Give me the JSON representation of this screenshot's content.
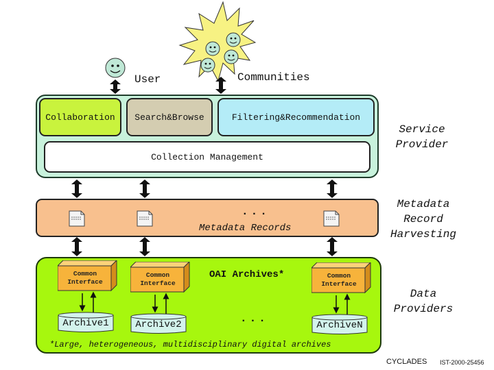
{
  "actors": {
    "user_label": "User",
    "communities_label": "Communities"
  },
  "service_provider": {
    "services": [
      {
        "label": "Collaboration",
        "color": "#c9f33d"
      },
      {
        "label": "Search&Browse",
        "color": "#d4cdb1"
      },
      {
        "label": "Filtering&Recommendation",
        "color": "#b4ecf7"
      }
    ],
    "collection_label": "Collection Management",
    "side_label_line1": "Service",
    "side_label_line2": "Provider",
    "panel_color": "#c8f2dc"
  },
  "metadata_layer": {
    "label": "Metadata Records",
    "ellipsis": "...",
    "record_count_shown": 3,
    "side_label_line1": "Metadata",
    "side_label_line2": "Record",
    "side_label_line3": "Harvesting",
    "panel_color": "#f8c08e"
  },
  "data_providers": {
    "oai_label": "OAI Archives*",
    "interfaces": [
      {
        "line1": "Common",
        "line2": "Interface",
        "archive": "Archive1"
      },
      {
        "line1": "Common",
        "line2": "Interface",
        "archive": "Archive2"
      },
      {
        "line1": "Common",
        "line2": "Interface",
        "archive": "ArchiveN"
      }
    ],
    "ellipsis": "...",
    "footnote": "*Large, heterogeneous, multidisciplinary digital archives",
    "side_label_line1": "Data",
    "side_label_line2": "Providers",
    "panel_color": "#a7f70e",
    "interface_color": "#f7b33b",
    "archive_color": "#d3f3ec"
  },
  "footer": {
    "project": "CYCLADES",
    "grant": "IST-2000-25456"
  }
}
